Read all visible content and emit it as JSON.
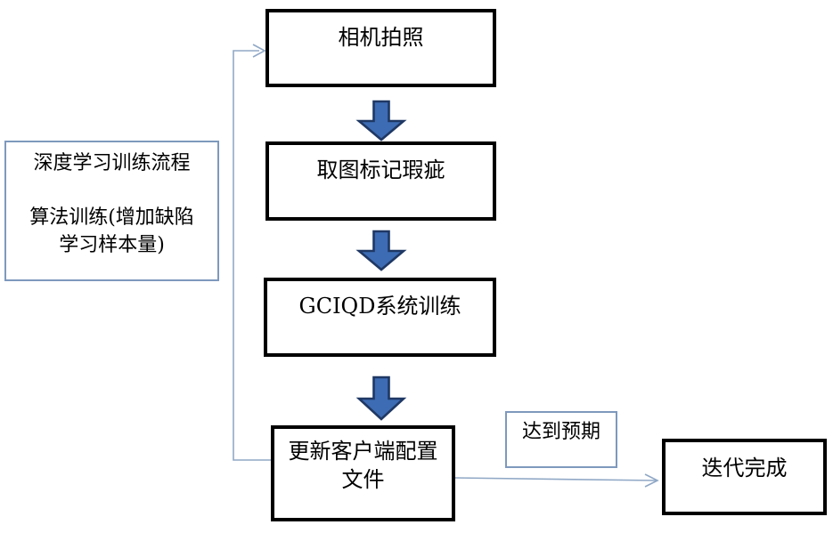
{
  "colors": {
    "box_border": "#000000",
    "thin_border": "#7e99bd",
    "connector": "#90a8c6",
    "arrow_fill": "#3d6cb4",
    "arrow_outline": "#1f3864",
    "text": "#000000",
    "background": "#ffffff"
  },
  "flow": {
    "steps": [
      {
        "id": "camera",
        "lines": [
          "相机拍照"
        ]
      },
      {
        "id": "mark-defects",
        "lines": [
          "取图标记瑕疵"
        ]
      },
      {
        "id": "gciqd-training",
        "lines": [
          "GCIQD系统训练"
        ]
      },
      {
        "id": "update-config",
        "lines": [
          "更新客户端配置",
          "文件"
        ]
      }
    ],
    "condition_label": "达到预期",
    "result": {
      "id": "iteration-done",
      "lines": [
        "迭代完成"
      ]
    }
  },
  "side_note": {
    "lines": [
      "深度学习训练流程",
      "算法训练(增加缺陷",
      "学习样本量)"
    ]
  }
}
